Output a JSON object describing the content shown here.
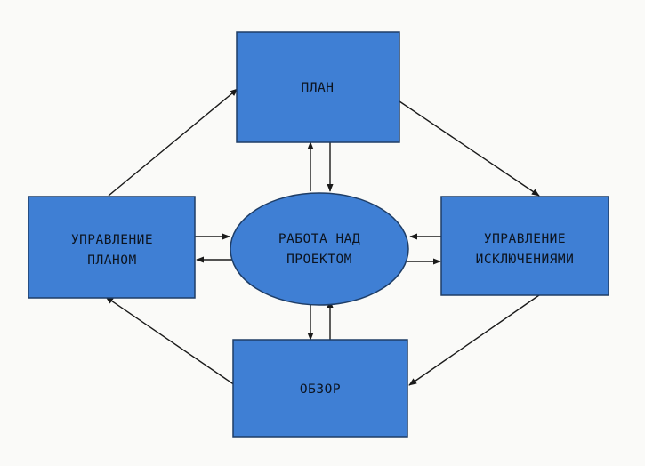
{
  "nodes": {
    "plan": {
      "label": "ПЛАН"
    },
    "plan_management": {
      "line1": "УПРАВЛЕНИЕ",
      "line2": "ПЛАНОМ"
    },
    "project_work": {
      "line1": "РАБОТА НАД",
      "line2": "ПРОЕКТОМ"
    },
    "exception_management": {
      "line1": "УПРАВЛЕНИЕ",
      "line2": "ИСКЛЮЧЕНИЯМИ"
    },
    "review": {
      "label": "ОБЗОР"
    }
  },
  "colors": {
    "node_fill": "#3f7fd4",
    "node_border": "#1e3d66",
    "arrow": "#1a1a1a"
  }
}
